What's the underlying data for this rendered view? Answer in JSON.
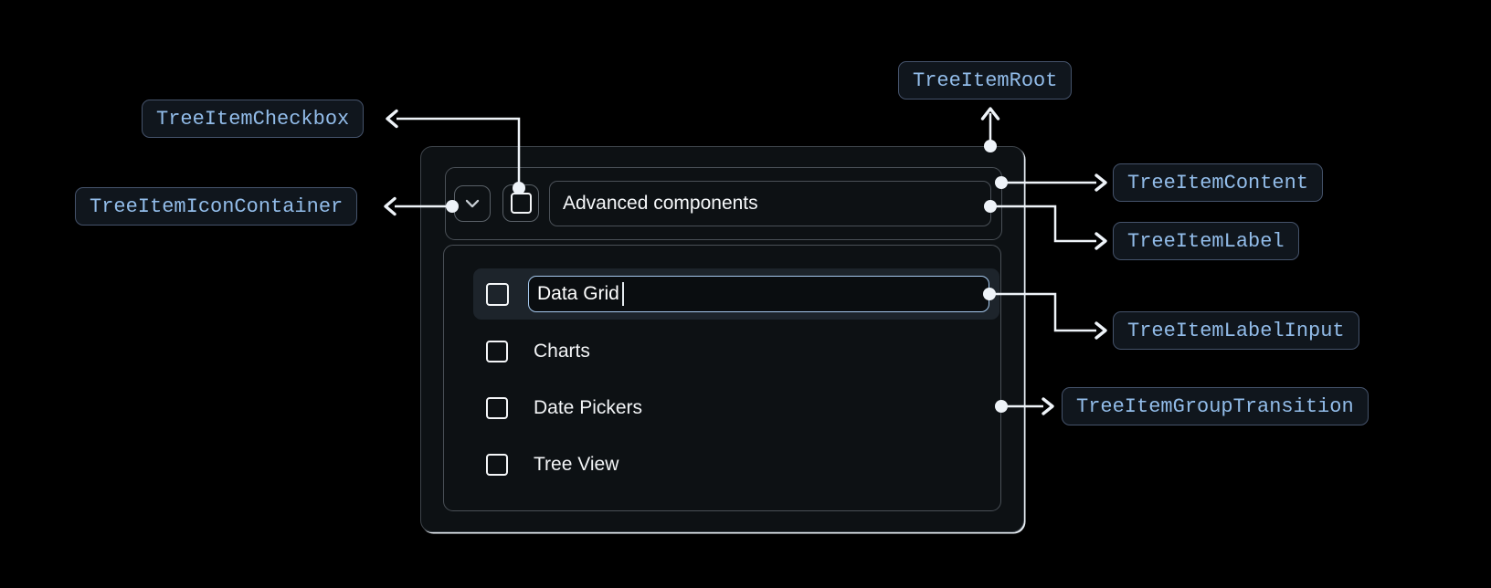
{
  "figure": {
    "badges": {
      "root": "TreeItemRoot",
      "checkbox": "TreeItemCheckbox",
      "iconContainer": "TreeItemIconContainer",
      "content": "TreeItemContent",
      "label": "TreeItemLabel",
      "labelInput": "TreeItemLabelInput",
      "groupTransition": "TreeItemGroupTransition"
    },
    "colors": {
      "page_background": "#000000",
      "panel_background": "#0d1114",
      "panel_border": "#4a5057",
      "badge_background": "#10161d",
      "badge_border": "#45536b",
      "badge_text": "#92bce9",
      "connector": "#eef3f8",
      "input_accent_border": "#a6c9ee",
      "selected_row_background": "#1d242b",
      "text": "#f5f7f9"
    }
  },
  "tree": {
    "parentLabel": "Advanced components",
    "inputValue": "Data Grid",
    "items": [
      "Charts",
      "Date Pickers",
      "Tree View"
    ]
  }
}
